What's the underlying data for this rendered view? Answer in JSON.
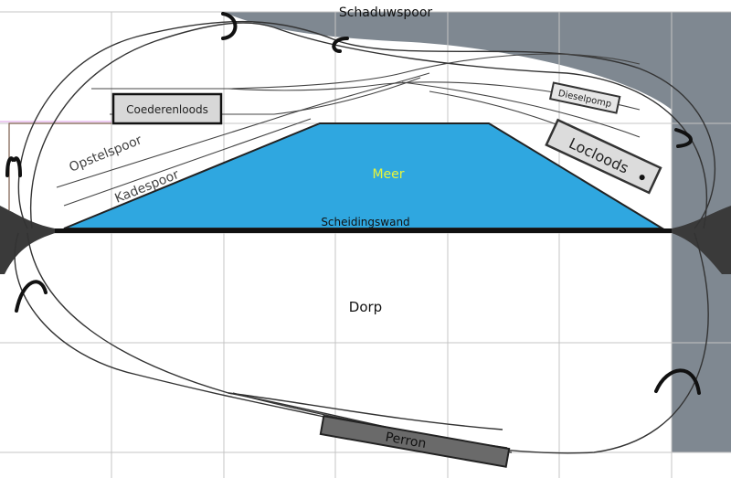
{
  "labels": {
    "shadow_track": "Schaduwspoor",
    "goods_shed": "Coederenloods",
    "diesel_pump": "Dieselpomp",
    "loco_shed": "Locloods",
    "storage_track": "Opstelspoor",
    "quay_track": "Kadespoor",
    "lake": "Meer",
    "partition_wall": "Scheidingswand",
    "village": "Dorp",
    "platform": "Perron"
  },
  "colors": {
    "lake": "#2fa7e0",
    "lake_text": "#e8f53a",
    "shadow_area": "#7f8891",
    "grid": "#c4c4c4",
    "track": "#333333",
    "wall": "#111111",
    "building_fill": "#d8d8d8",
    "platform_fill": "#6a6a6a"
  },
  "icons": {
    "uncoupler": "horseshoe-magnet-icon"
  }
}
